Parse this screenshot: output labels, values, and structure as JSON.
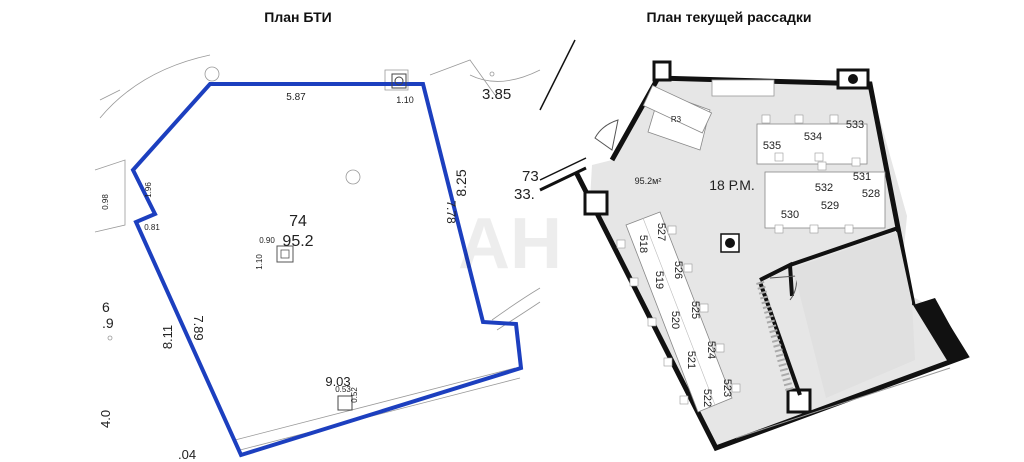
{
  "titles": {
    "left": "План БТИ",
    "right": "План текущей рассадки"
  },
  "bti": {
    "room_number": "74",
    "room_area": "95.2",
    "dims": {
      "top": "5.87",
      "top_small": "1.10",
      "right_upper": "8.25",
      "right_inner": "7.78",
      "left_a": "8.11",
      "left_b": "7.89",
      "bottom": "9.03",
      "column_w": "0.90",
      "column_h": "1.10",
      "notch_a": "1.96",
      "notch_b": "0.98",
      "notch_c": "0.81",
      "bottom_small_a": "0.53",
      "bottom_small_b": "0.52"
    },
    "neighbors": {
      "top_right": "3.85",
      "right_room": "73",
      "right_area": "33.",
      "left_a": "6",
      "left_b": ".9",
      "left_c": "4.0",
      "bottom_left": ".04"
    },
    "watermark": "АН",
    "colors": {
      "outline": "#1c3fbf"
    }
  },
  "seating": {
    "area": "95.2м²",
    "workplaces": "18 Р.М.",
    "room_label": "R3",
    "desks": {
      "row_top": [
        "535",
        "534",
        "533"
      ],
      "row_mid": [
        "532",
        "531"
      ],
      "row_low": [
        "530",
        "529",
        "528"
      ],
      "col_a": [
        "518",
        "519",
        "520",
        "521",
        "522"
      ],
      "col_b": [
        "527",
        "526",
        "525",
        "524",
        "523"
      ]
    },
    "colors": {
      "floor": "#e6e6e6",
      "wall": "#111111"
    }
  }
}
